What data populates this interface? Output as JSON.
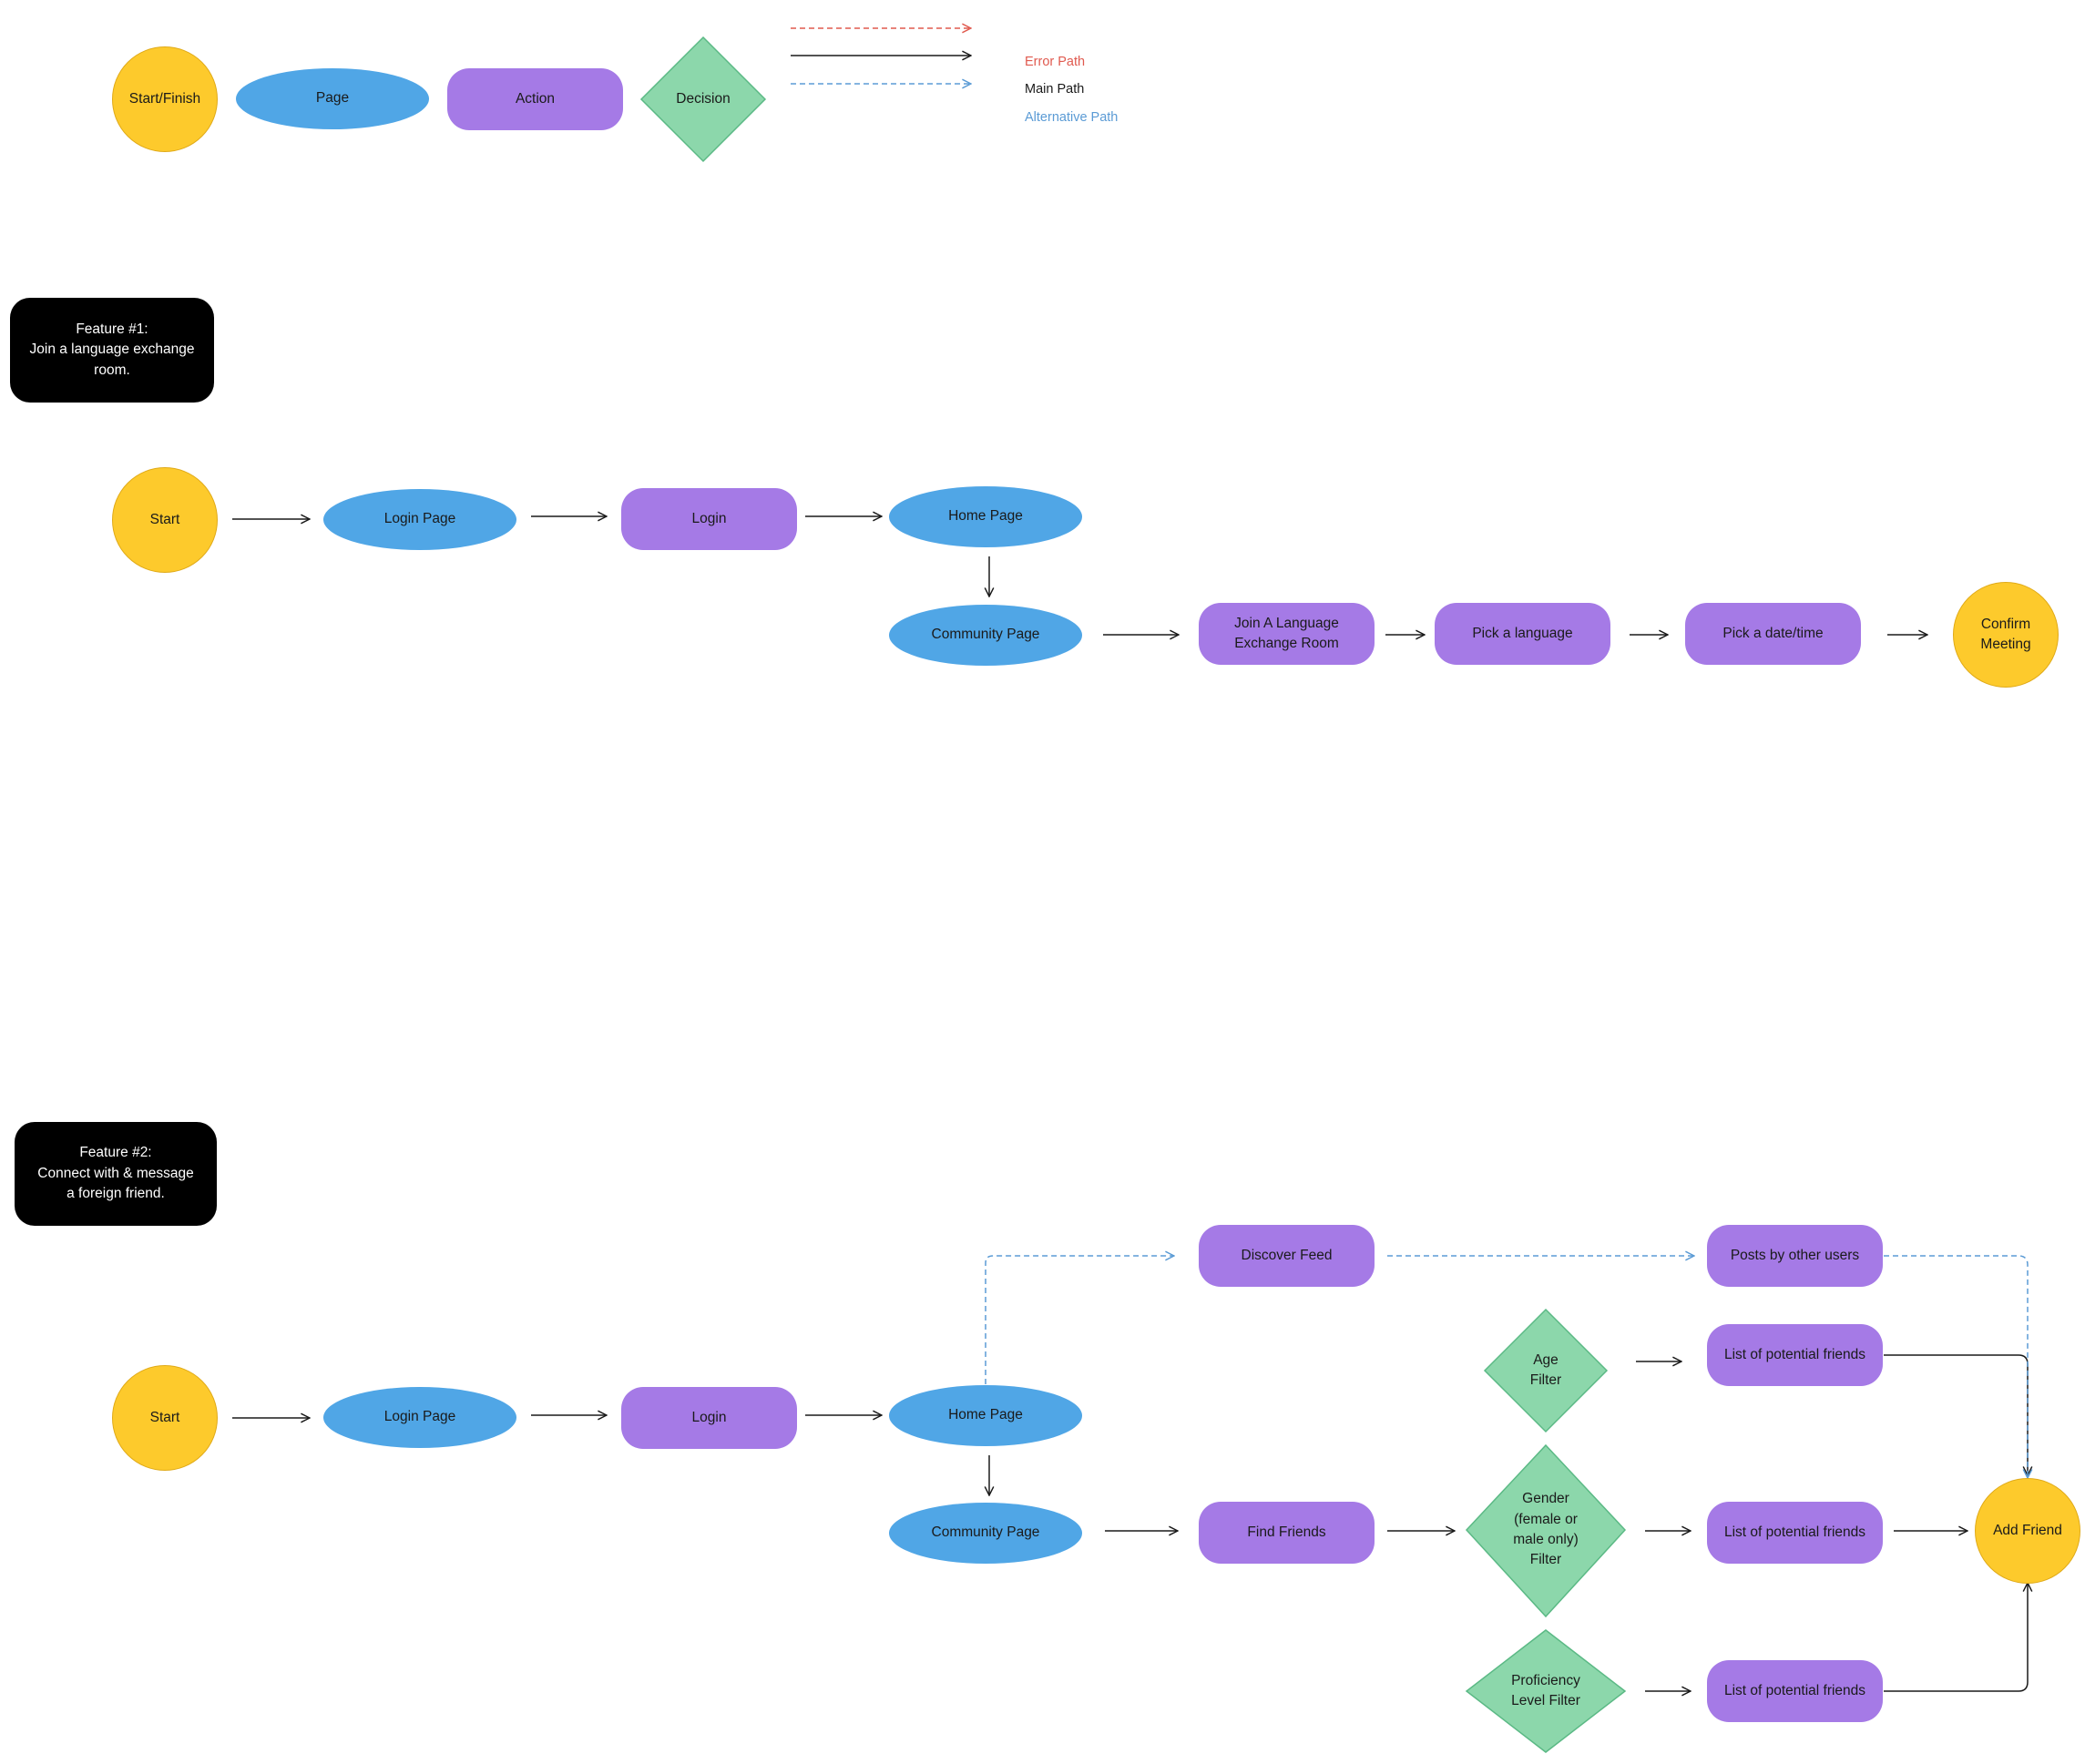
{
  "legend": {
    "shapes": {
      "start_finish": "Start/Finish",
      "page": "Page",
      "action": "Action",
      "decision": "Decision"
    },
    "paths": {
      "error": "Error Path",
      "main": "Main Path",
      "alternative": "Alternative Path"
    }
  },
  "colors": {
    "start_finish": "#fdca2c",
    "page": "#50a6e6",
    "action": "#a57ae6",
    "decision": "#8cd7ab",
    "error_path": "#e05a4f",
    "main_path": "#1a1a1a",
    "alternative_path": "#5b9bd5"
  },
  "feature1": {
    "title": "Feature #1:\nJoin a language exchange\nroom.",
    "nodes": {
      "start": "Start",
      "login_page": "Login Page",
      "login": "Login",
      "home_page": "Home Page",
      "community_page": "Community Page",
      "join_room": "Join A Language\nExchange Room",
      "pick_language": "Pick a language",
      "pick_datetime": "Pick a date/time",
      "confirm": "Confirm\nMeeting"
    }
  },
  "feature2": {
    "title": "Feature #2:\nConnect with & message\na foreign friend.",
    "nodes": {
      "start": "Start",
      "login_page": "Login Page",
      "login": "Login",
      "home_page": "Home Page",
      "community_page": "Community Page",
      "discover_feed": "Discover Feed",
      "posts_by_others": "Posts by other users",
      "find_friends": "Find Friends",
      "age_filter": "Age\nFilter",
      "gender_filter": "Gender\n(female or\nmale only)\nFilter",
      "proficiency_filter": "Proficiency\nLevel Filter",
      "list_age": "List of potential friends",
      "list_gender": "List of potential friends",
      "list_proficiency": "List of potential friends",
      "add_friend": "Add Friend"
    }
  }
}
